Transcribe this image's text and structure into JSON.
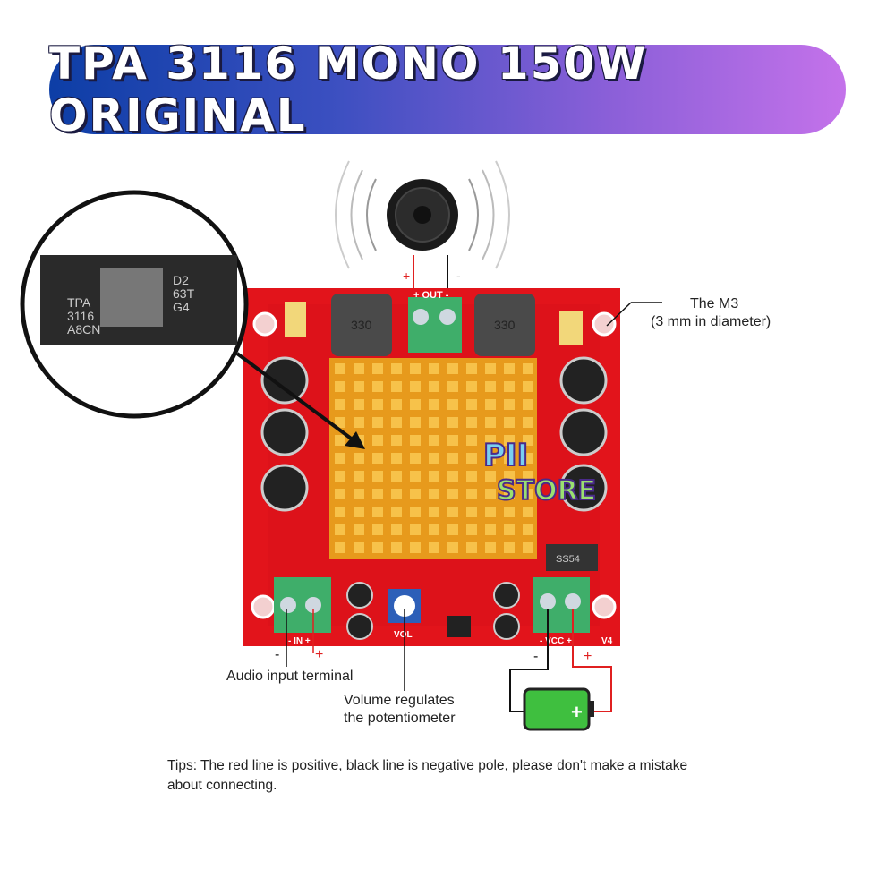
{
  "title": "TPA 3116 MONO 150W ORIGINAL",
  "chip": {
    "lines": [
      "TPA",
      "3116",
      "A8CN"
    ],
    "code": [
      "D2",
      "63T",
      "G4"
    ]
  },
  "board": {
    "out_label": "+ OUT -",
    "in_label": "- IN +",
    "vcc_label": "- VCC +",
    "vol_label": "VOL",
    "version": "V4",
    "inductor_value": "330",
    "diode": "SS54"
  },
  "watermark": [
    "PII",
    "STORE"
  ],
  "annotations": {
    "m3": "The M3",
    "m3_detail": "(3 mm in diameter)",
    "audio_input": "Audio input terminal",
    "volume_1": "Volume regulates",
    "volume_2": "the potentiometer",
    "speaker_plus": "+",
    "speaker_minus": "-",
    "in_minus": "-",
    "in_plus": "+",
    "vcc_minus": "-",
    "vcc_plus": "+"
  },
  "tips": {
    "line1": "Tips: The red line is positive, black line is negative pole, please don't make a mistake",
    "line2": "about connecting."
  },
  "colors": {
    "board": "#e2141b",
    "heatsink": "#f0a020",
    "terminal": "#3fae6a",
    "positive_wire": "#e02020",
    "negative_wire": "#111111"
  }
}
